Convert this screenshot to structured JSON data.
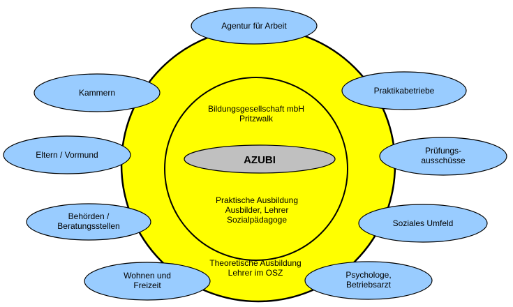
{
  "colors": {
    "outer_ring": "#ffff00",
    "node_fill": "#99ccff",
    "center_fill": "#c0c0c0",
    "center_text": "#ff0000",
    "stroke": "#000000"
  },
  "center": {
    "label": "AZUBI"
  },
  "inner_circle": {
    "top_lines": [
      "Bildungsgesellschaft mbH",
      "Pritzwalk"
    ],
    "middle_lines": [
      "Praktische Ausbildung",
      "Ausbilder, Lehrer",
      "Sozialpädagoge"
    ]
  },
  "outer_ring": {
    "bottom_lines": [
      "Theoretische Ausbildung",
      "Lehrer im OSZ"
    ]
  },
  "nodes": [
    {
      "id": "agentur",
      "lines": [
        "Agentur für Arbeit"
      ]
    },
    {
      "id": "kammern",
      "lines": [
        "Kammern"
      ]
    },
    {
      "id": "praktikabetriebe",
      "lines": [
        "Praktikabetriebe"
      ]
    },
    {
      "id": "eltern",
      "lines": [
        "Eltern / Vormund"
      ]
    },
    {
      "id": "pruefung",
      "lines": [
        "Prüfungs-",
        "ausschüsse"
      ]
    },
    {
      "id": "behoerden",
      "lines": [
        "Behörden /",
        "Beratungsstellen"
      ]
    },
    {
      "id": "soziales",
      "lines": [
        "Soziales Umfeld"
      ]
    },
    {
      "id": "wohnen",
      "lines": [
        "Wohnen und",
        "Freizeit"
      ]
    },
    {
      "id": "psychologe",
      "lines": [
        "Psychologe,",
        "Betriebsarzt"
      ]
    }
  ]
}
